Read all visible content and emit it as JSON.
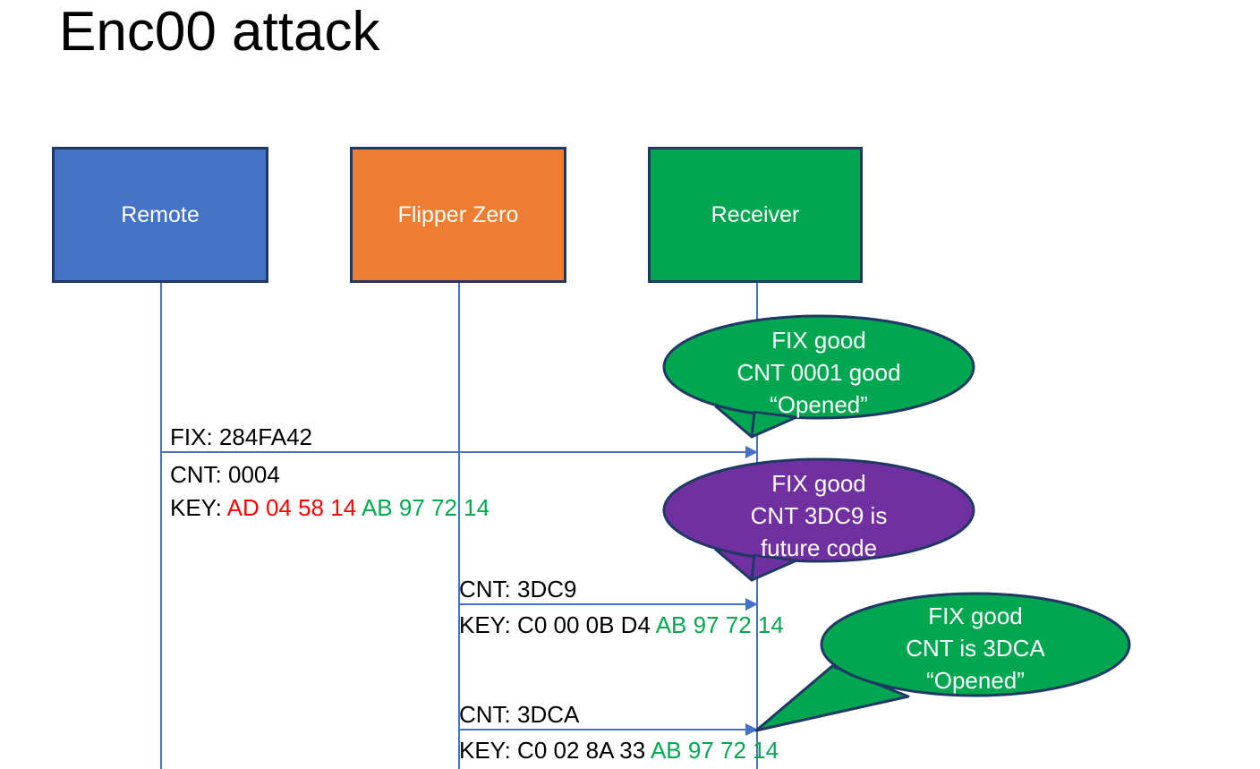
{
  "slide": {
    "title": "Enc00 attack"
  },
  "actors": [
    {
      "name": "remote",
      "label": "Remote",
      "color": "#4472C4"
    },
    {
      "name": "flipper",
      "label": "Flipper Zero",
      "color": "#ED7D31"
    },
    {
      "name": "receiver",
      "label": "Receiver",
      "color": "#00A650"
    }
  ],
  "messages": [
    {
      "from": "remote",
      "to": "receiver",
      "fix": "FIX: 284FA42",
      "cnt": "CNT: 0004",
      "key_prefix": "KEY: ",
      "key_red": "AD 04 58 14 ",
      "key_green": "AB 97 72 14"
    },
    {
      "from": "flipper",
      "to": "receiver",
      "cnt": "CNT: 3DC9",
      "key_prefix": "KEY: C0 00 0B D4 ",
      "key_green": "AB 97 72 14"
    },
    {
      "from": "flipper",
      "to": "receiver",
      "cnt": "CNT: 3DCA",
      "key_prefix": "KEY: C0 02 8A 33 ",
      "key_green": "AB 97 72 14"
    }
  ],
  "bubbles": [
    {
      "name": "receiver-response-1",
      "color": "#00A650",
      "line1": "FIX good",
      "line2": "CNT 0001 good",
      "line3": "“Opened”"
    },
    {
      "name": "receiver-response-2",
      "color": "#7030A0",
      "line1": "FIX good",
      "line2": "CNT 3DC9 is",
      "line3": "future code"
    },
    {
      "name": "receiver-response-3",
      "color": "#00A650",
      "line1": "FIX good",
      "line2": "CNT is 3DCA",
      "line3": "“Opened”"
    }
  ],
  "colors": {
    "blue": "#4472C4",
    "orange": "#ED7D31",
    "green": "#00A650",
    "purple": "#7030A0",
    "key_red": "#FF0000",
    "key_green": "#00A94F",
    "outline": "#1F3864"
  }
}
